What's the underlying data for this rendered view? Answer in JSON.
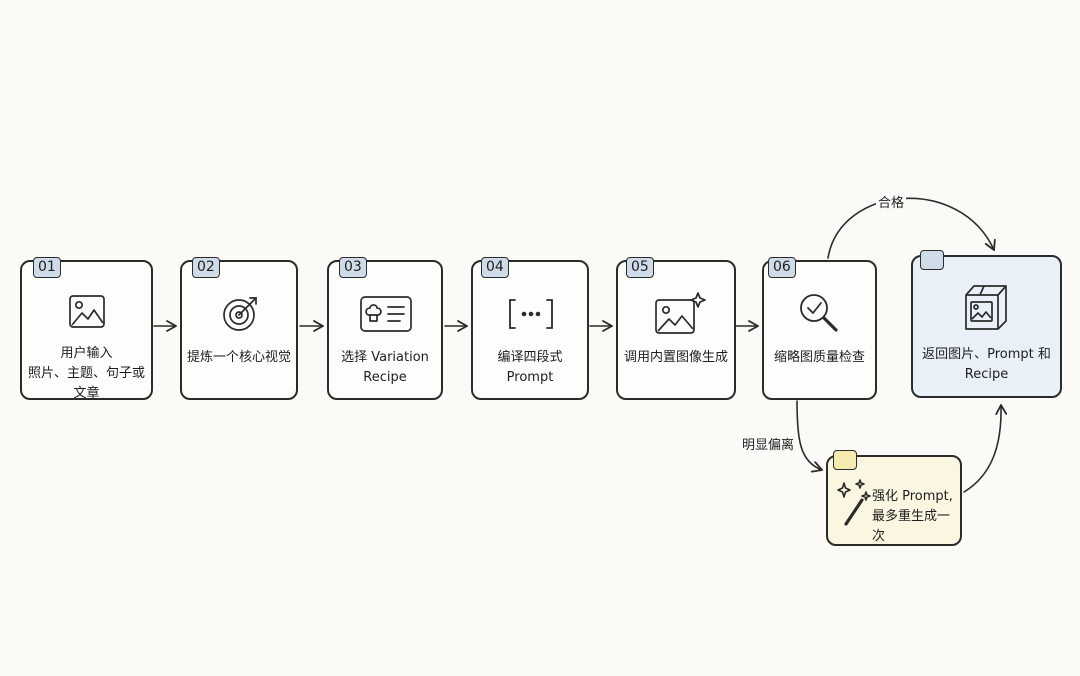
{
  "steps": [
    {
      "num": "01",
      "line1": "用户输入",
      "line2": "照片、主题、句子或文章",
      "icon": "image-icon"
    },
    {
      "num": "02",
      "line1": "提炼一个核心视觉",
      "line2": "",
      "icon": "target-icon"
    },
    {
      "num": "03",
      "line1": "选择 Variation",
      "line2": "Recipe",
      "icon": "recipe-card-icon"
    },
    {
      "num": "04",
      "line1": "编译四段式",
      "line2": "Prompt",
      "icon": "brackets-icon"
    },
    {
      "num": "05",
      "line1": "调用内置图像生成",
      "line2": "",
      "icon": "image-sparkle-icon"
    },
    {
      "num": "06",
      "line1": "缩略图质量检查",
      "line2": "",
      "icon": "magnify-check-icon"
    }
  ],
  "output": {
    "line1": "返回图片、Prompt 和",
    "line2": "Recipe",
    "icon": "package-image-icon"
  },
  "retry": {
    "line1": "强化 Prompt,",
    "line2": "最多重生成一次",
    "icon": "magic-wand-icon"
  },
  "edges": {
    "pass": "合格",
    "deviate": "明显偏离"
  },
  "colors": {
    "tag": "#cfdbe8",
    "output_fill": "#e9f0f8",
    "retry_fill": "#fbf6e2",
    "retry_tag": "#f5eab0",
    "stroke": "#2b2b2b"
  }
}
